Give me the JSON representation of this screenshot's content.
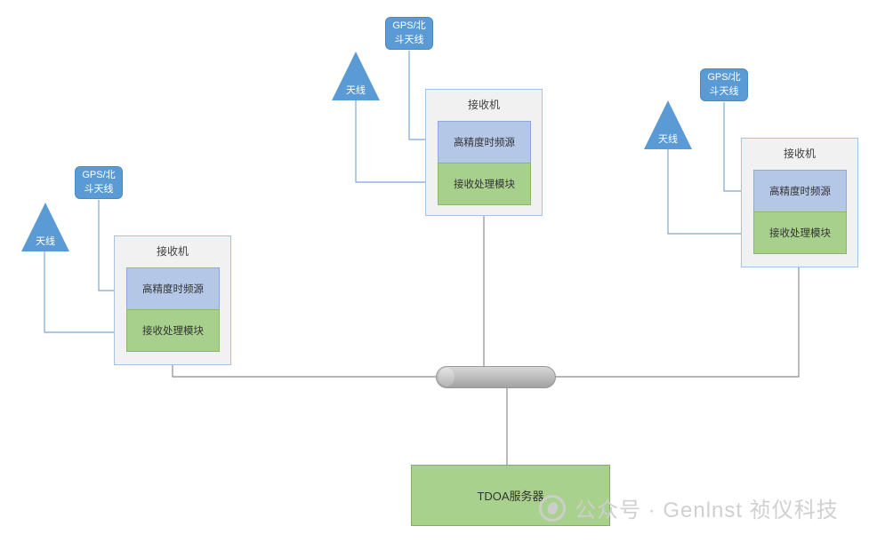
{
  "diagram": {
    "receivers": [
      {
        "title": "接收机",
        "timing_module": "高精度时频源",
        "processing_module": "接收处理模块"
      },
      {
        "title": "接收机",
        "timing_module": "高精度时频源",
        "processing_module": "接收处理模块"
      },
      {
        "title": "接收机",
        "timing_module": "高精度时频源",
        "processing_module": "接收处理模块"
      }
    ],
    "antenna_label": "天线",
    "gps_antenna_label": {
      "line1": "GPS/北",
      "line2": "斗天线"
    },
    "server_label": "TDOA服务器",
    "colors": {
      "node_blue": "#5B9BD5",
      "timing_fill": "#B4C7E7",
      "processing_fill": "#A8D08D",
      "server_fill": "#A9D18E",
      "receiver_fill": "#F1F1F1",
      "receiver_border": "#A3C4E0",
      "bus_gray": "#BFBFBF",
      "connector_blue": "#7FA8D0",
      "connector_gray": "#8C8C8C"
    }
  },
  "watermark": {
    "text": "公众号 · Genlnst 祯仪科技"
  }
}
